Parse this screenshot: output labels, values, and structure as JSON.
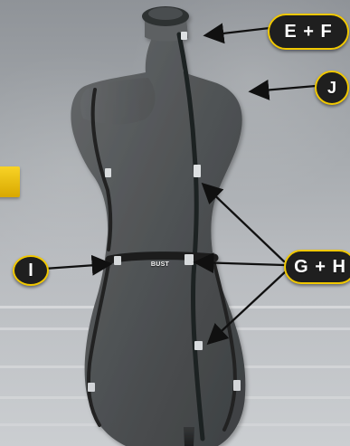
{
  "labels": {
    "callout_ef": "E + F",
    "callout_j": "J",
    "callout_i": "I",
    "callout_gh": "G + H",
    "bust_tag": "BUST"
  },
  "colors": {
    "background_dark": "#8f9398",
    "background_light": "#cbced1",
    "mannequin": "#4f5254",
    "mannequin_shadow": "#3f4244",
    "callout_fill": "#1f1f1f",
    "callout_border": "#f1c800",
    "arrow": "#101010",
    "highlight_yellow": "#f8d326"
  },
  "icons": {
    "arrow_style": "straight-arrow",
    "callout_shape_ef": "pill",
    "callout_shape_j": "circle",
    "callout_shape_i": "circle",
    "callout_shape_gh": "pill"
  }
}
